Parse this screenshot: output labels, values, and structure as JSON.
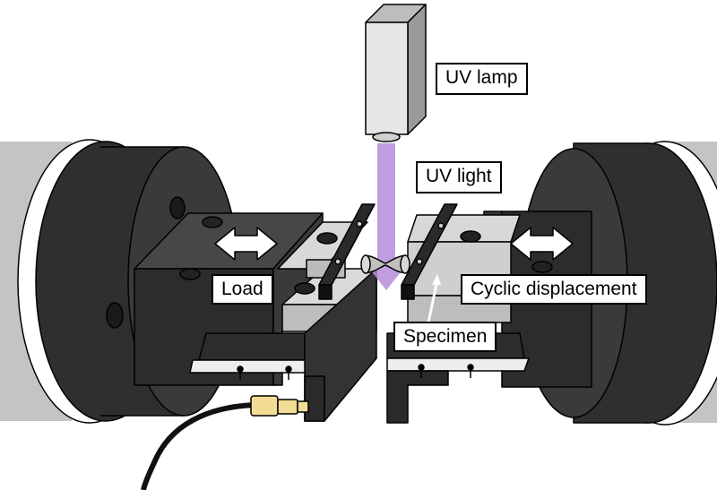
{
  "labels": {
    "uv_lamp": "UV lamp",
    "uv_light": "UV light",
    "load": "Load",
    "cyclic_displacement": "Cyclic displacement",
    "specimen": "Specimen"
  },
  "colors": {
    "dark_block": "#3d3d3d",
    "light_metal": "#c8c8c8",
    "roller_gray": "#c0c0c0",
    "uv_beam": "#b58cd8",
    "connector": "#f2dc96",
    "outline": "#000000"
  }
}
